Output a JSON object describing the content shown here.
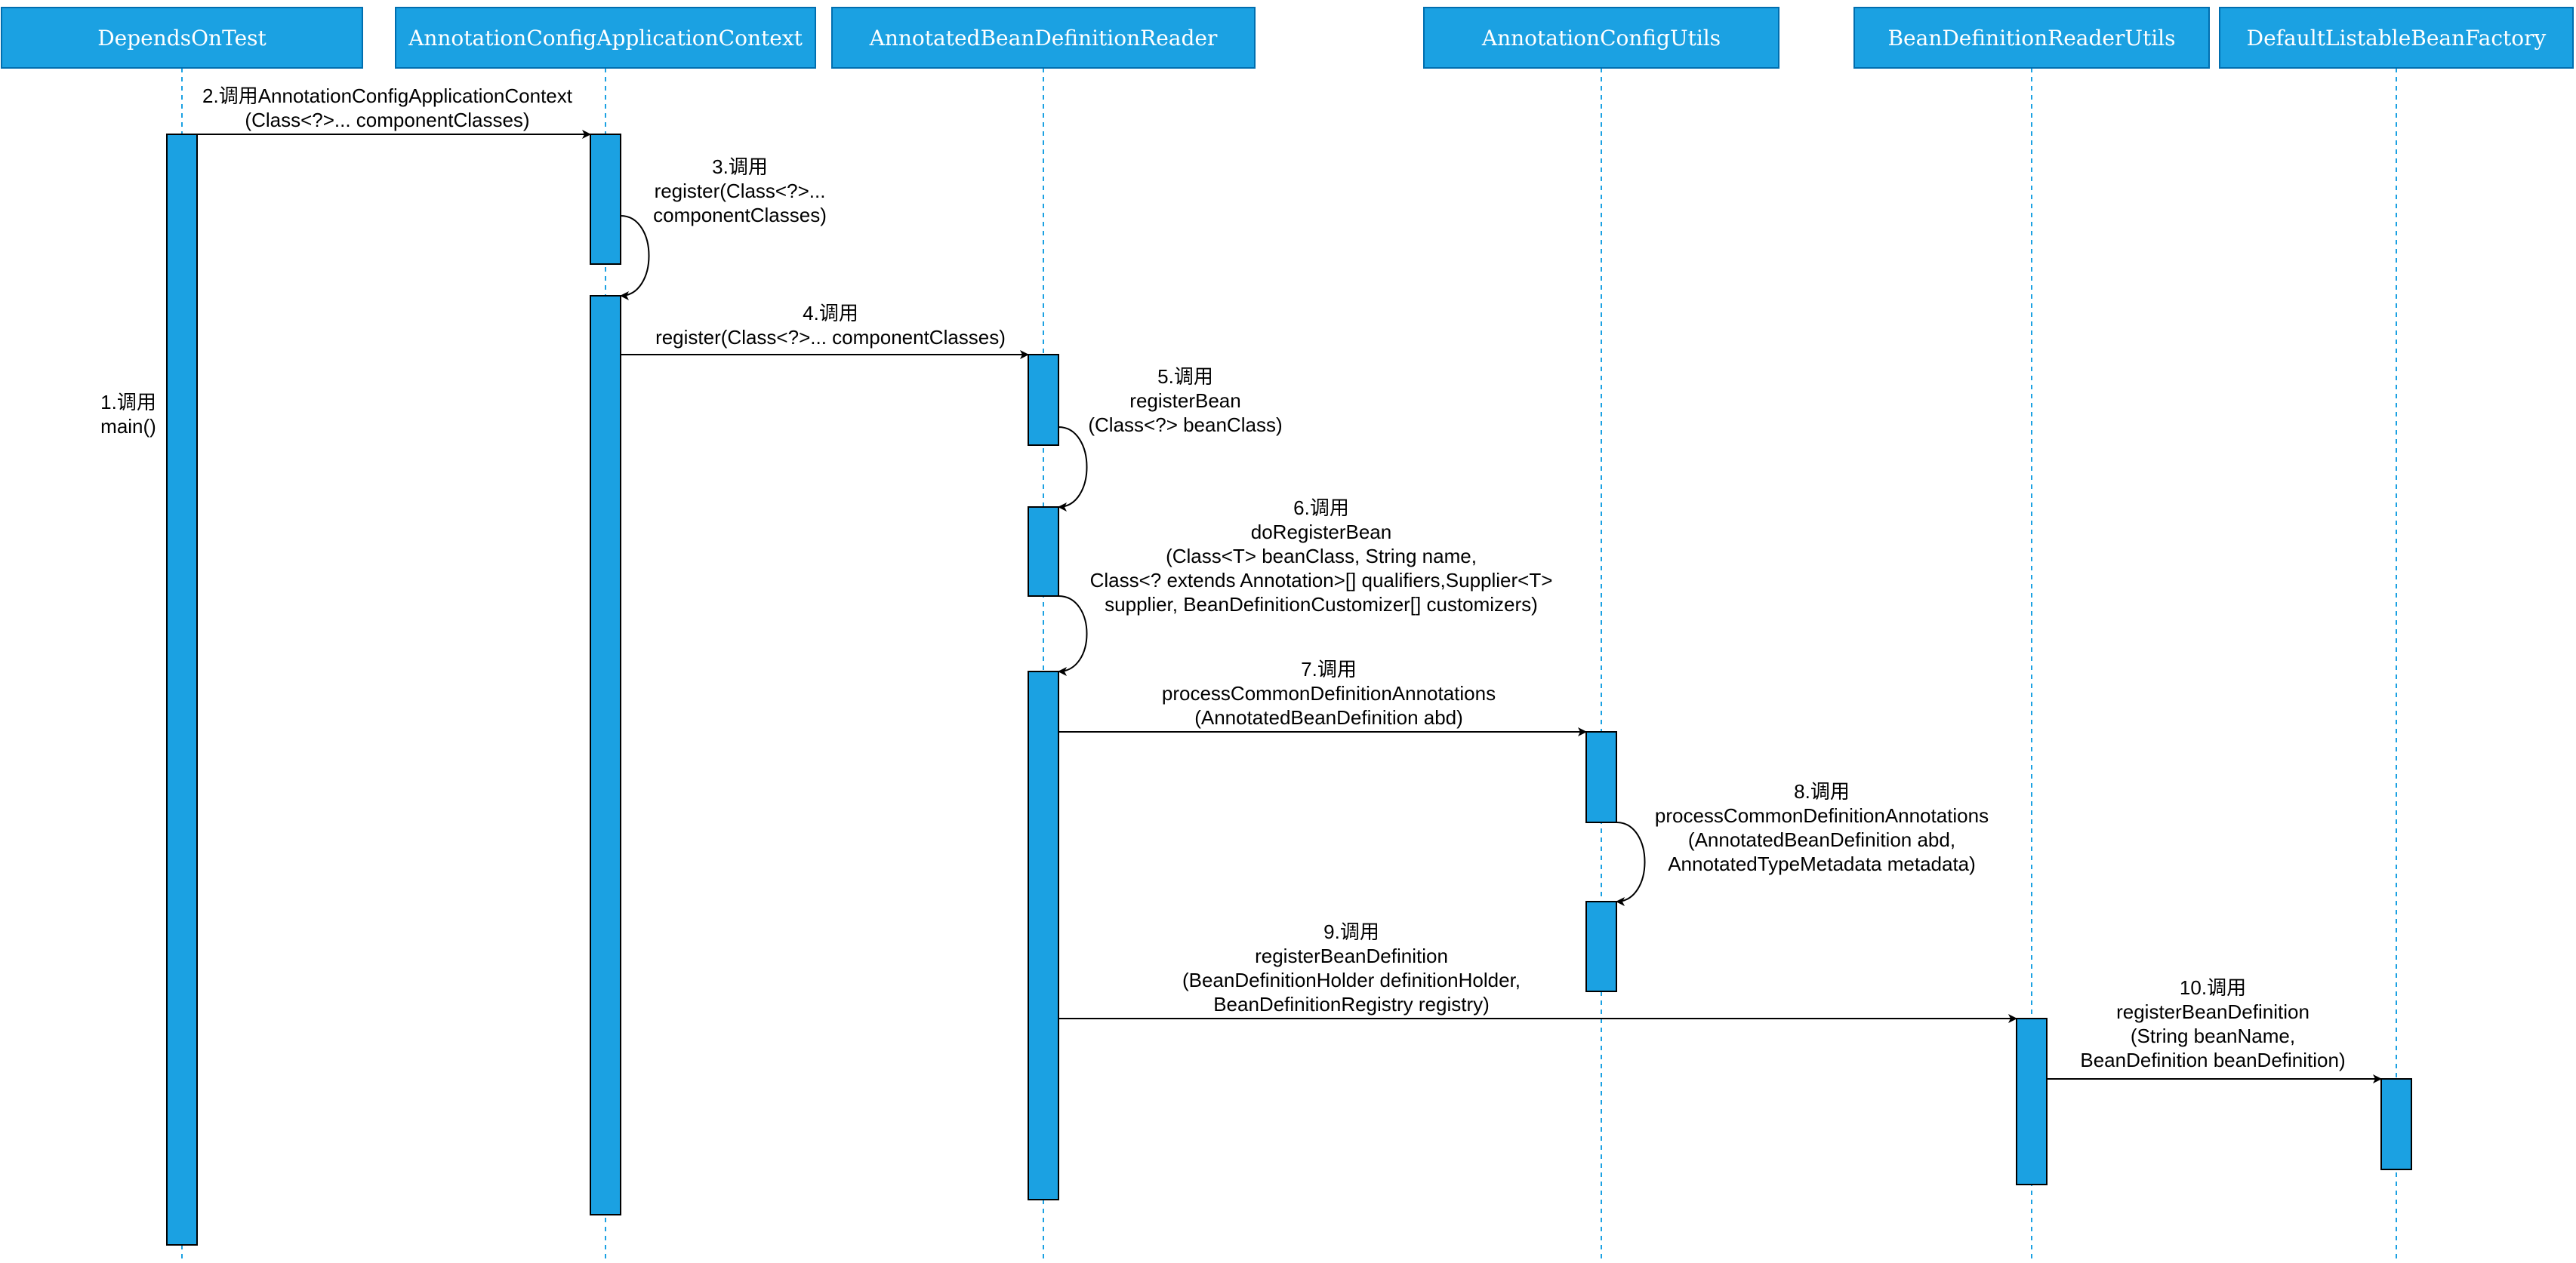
{
  "colors": {
    "actor_fill": "#1ba1e2",
    "actor_stroke": "#006eaf",
    "lifeline": "#1ba1e2",
    "activation_fill": "#1ba1e2",
    "activation_stroke": "#000000",
    "arrow": "#000000",
    "actor_text": "#ffffff",
    "label_text": "#000000"
  },
  "participants": [
    {
      "id": "dot",
      "label": "DependsOnTest"
    },
    {
      "id": "acac",
      "label": "AnnotationConfigApplicationContext"
    },
    {
      "id": "abdr",
      "label": "AnnotatedBeanDefinitionReader"
    },
    {
      "id": "acu",
      "label": "AnnotationConfigUtils"
    },
    {
      "id": "bdru",
      "label": "BeanDefinitionReaderUtils"
    },
    {
      "id": "dlbf",
      "label": "DefaultListableBeanFactory"
    }
  ],
  "messages": [
    {
      "step": "1",
      "type": "note",
      "lines": [
        "1.调用",
        "main()"
      ]
    },
    {
      "step": "2",
      "type": "call",
      "from": "dot",
      "to": "acac",
      "lines": [
        "2.调用AnnotationConfigApplicationContext",
        "(Class<?>... componentClasses)"
      ]
    },
    {
      "step": "3",
      "type": "self",
      "on": "acac",
      "lines": [
        "3.调用",
        "register(Class<?>...",
        "componentClasses)"
      ]
    },
    {
      "step": "4",
      "type": "call",
      "from": "acac",
      "to": "abdr",
      "lines": [
        "4.调用",
        "register(Class<?>... componentClasses)"
      ]
    },
    {
      "step": "5",
      "type": "self",
      "on": "abdr",
      "lines": [
        "5.调用",
        "registerBean",
        "(Class<?> beanClass)"
      ]
    },
    {
      "step": "6",
      "type": "self",
      "on": "abdr",
      "lines": [
        "6.调用",
        "doRegisterBean",
        "(Class<T> beanClass, String name,",
        "Class<? extends Annotation>[] qualifiers,Supplier<T>",
        "supplier, BeanDefinitionCustomizer[] customizers)"
      ]
    },
    {
      "step": "7",
      "type": "call",
      "from": "abdr",
      "to": "acu",
      "lines": [
        "7.调用",
        "processCommonDefinitionAnnotations",
        "(AnnotatedBeanDefinition abd)"
      ]
    },
    {
      "step": "8",
      "type": "self",
      "on": "acu",
      "lines": [
        "8.调用",
        "processCommonDefinitionAnnotations",
        "(AnnotatedBeanDefinition abd,",
        "AnnotatedTypeMetadata metadata)"
      ]
    },
    {
      "step": "9",
      "type": "call",
      "from": "abdr",
      "to": "bdru",
      "lines": [
        "9.调用",
        "registerBeanDefinition",
        "(BeanDefinitionHolder definitionHolder,",
        "BeanDefinitionRegistry registry)"
      ]
    },
    {
      "step": "10",
      "type": "call",
      "from": "bdru",
      "to": "dlbf",
      "lines": [
        "10.调用",
        "registerBeanDefinition",
        "(String beanName,",
        "BeanDefinition beanDefinition)"
      ]
    }
  ]
}
